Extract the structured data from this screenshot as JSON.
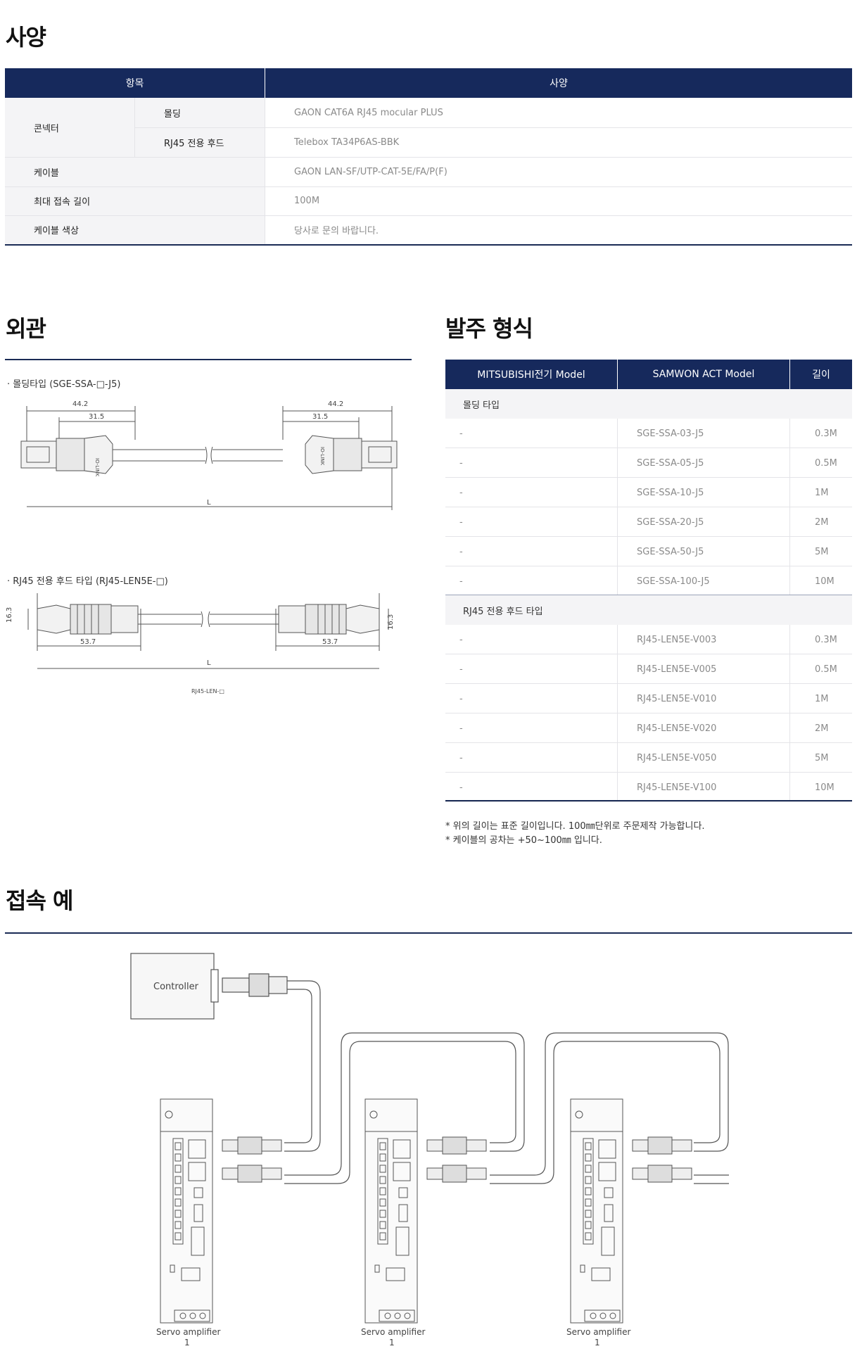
{
  "spec_section": {
    "title": "사양",
    "header": {
      "col1": "항목",
      "col2": "사양"
    },
    "rows": {
      "connector_label": "콘넥터",
      "molding_label": "몰딩",
      "molding_value": "GAON CAT6A RJ45 mocular PLUS",
      "hood_label": "RJ45 전용 후드",
      "hood_value": "Telebox TA34P6AS-BBK",
      "cable_label": "케이블",
      "cable_value": "GAON LAN-SF/UTP-CAT-5E/FA/P(F)",
      "maxlen_label": "최대 접속 길이",
      "maxlen_value": "100M",
      "color_label": "케이블 색상",
      "color_value": "당사로 문의 바랍니다."
    }
  },
  "appearance_section": {
    "title": "외관",
    "type1_label": "· 몰딩타입 (SGE-SSA-□-J5)",
    "type2_label": "· RJ45 전용 후드 타입 (RJ45-LEN5E-□)",
    "dims": {
      "d44": "44.2",
      "d31": "31.5",
      "L": "L",
      "d53": "53.7",
      "d16": "16.3",
      "part_caption": "RJ45-LEN-□",
      "logo_text": "IO-LINK"
    }
  },
  "order_section": {
    "title": "발주 형식",
    "headers": {
      "mitsubishi": "MITSUBISHI전기 Model",
      "samwon": "SAMWON ACT Model",
      "length": "길이"
    },
    "group1": {
      "name": "몰딩 타입",
      "rows": [
        {
          "mitsubishi": "-",
          "samwon": "SGE-SSA-03-J5",
          "length": "0.3M"
        },
        {
          "mitsubishi": "-",
          "samwon": "SGE-SSA-05-J5",
          "length": "0.5M"
        },
        {
          "mitsubishi": "-",
          "samwon": "SGE-SSA-10-J5",
          "length": "1M"
        },
        {
          "mitsubishi": "-",
          "samwon": "SGE-SSA-20-J5",
          "length": "2M"
        },
        {
          "mitsubishi": "-",
          "samwon": "SGE-SSA-50-J5",
          "length": "5M"
        },
        {
          "mitsubishi": "-",
          "samwon": "SGE-SSA-100-J5",
          "length": "10M"
        }
      ]
    },
    "group2": {
      "name": "RJ45 전용 후드 타입",
      "rows": [
        {
          "mitsubishi": "-",
          "samwon": "RJ45-LEN5E-V003",
          "length": "0.3M"
        },
        {
          "mitsubishi": "-",
          "samwon": "RJ45-LEN5E-V005",
          "length": "0.5M"
        },
        {
          "mitsubishi": "-",
          "samwon": "RJ45-LEN5E-V010",
          "length": "1M"
        },
        {
          "mitsubishi": "-",
          "samwon": "RJ45-LEN5E-V020",
          "length": "2M"
        },
        {
          "mitsubishi": "-",
          "samwon": "RJ45-LEN5E-V050",
          "length": "5M"
        },
        {
          "mitsubishi": "-",
          "samwon": "RJ45-LEN5E-V100",
          "length": "10M"
        }
      ]
    },
    "notes": [
      "* 위의 길이는 표준 길이입니다. 100㎜단위로 주문제작 가능합니다.",
      "* 케이블의 공차는 +50~100㎜ 입니다."
    ]
  },
  "connection_section": {
    "title": "접속 예",
    "controller_label": "Controller",
    "amp_label": "Servo amplifier",
    "amp_number": "1"
  },
  "colors": {
    "header_navy": "#16295c",
    "row_gray": "#f4f4f6",
    "rule": "#1a2b55"
  }
}
